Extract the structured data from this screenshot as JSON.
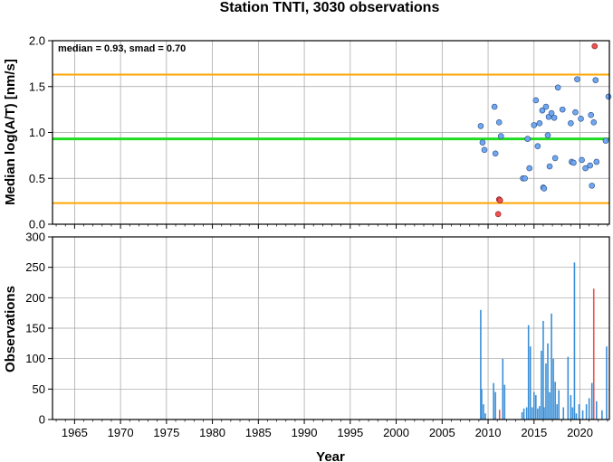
{
  "chart_data": {
    "title": "Station TNTI, 3030 observations",
    "xlabel": "Year",
    "xlim": [
      1962.6,
      2023.2
    ],
    "xticks": [
      1965,
      1970,
      1975,
      1980,
      1985,
      1990,
      1995,
      2000,
      2005,
      2010,
      2015,
      2020
    ],
    "grid": true,
    "colors": {
      "normal": "#6fa8f0",
      "outlier": "#f05050",
      "median_line": "#22dd22",
      "bounds_line": "#ffa500"
    },
    "panels": [
      {
        "type": "scatter",
        "ylabel": "Median log(A/T) [nm/s]",
        "ylim": [
          0,
          2.0
        ],
        "yticks": [
          "0.0",
          "0.5",
          "1.0",
          "1.5",
          "2.0"
        ],
        "annotation": "median = 0.93, smad = 0.70",
        "median": 0.93,
        "upper_bound": 1.63,
        "lower_bound": 0.23,
        "points": [
          {
            "x": 2009.2,
            "y": 1.07
          },
          {
            "x": 2009.4,
            "y": 0.89
          },
          {
            "x": 2009.6,
            "y": 0.81
          },
          {
            "x": 2010.7,
            "y": 1.28
          },
          {
            "x": 2010.8,
            "y": 0.77
          },
          {
            "x": 2011.2,
            "y": 1.11
          },
          {
            "x": 2011.4,
            "y": 0.96
          },
          {
            "x": 2013.8,
            "y": 0.5
          },
          {
            "x": 2014.0,
            "y": 0.5
          },
          {
            "x": 2014.3,
            "y": 0.93
          },
          {
            "x": 2014.5,
            "y": 0.61
          },
          {
            "x": 2015.0,
            "y": 1.08
          },
          {
            "x": 2015.2,
            "y": 1.35
          },
          {
            "x": 2015.4,
            "y": 0.85
          },
          {
            "x": 2015.6,
            "y": 1.1
          },
          {
            "x": 2015.9,
            "y": 1.24
          },
          {
            "x": 2016.0,
            "y": 0.4
          },
          {
            "x": 2016.1,
            "y": 0.39
          },
          {
            "x": 2016.3,
            "y": 1.28
          },
          {
            "x": 2016.5,
            "y": 0.97
          },
          {
            "x": 2016.6,
            "y": 1.17
          },
          {
            "x": 2016.7,
            "y": 0.63
          },
          {
            "x": 2016.9,
            "y": 1.21
          },
          {
            "x": 2017.2,
            "y": 1.16
          },
          {
            "x": 2017.3,
            "y": 0.72
          },
          {
            "x": 2017.6,
            "y": 1.49
          },
          {
            "x": 2018.1,
            "y": 1.25
          },
          {
            "x": 2019.0,
            "y": 1.1
          },
          {
            "x": 2019.1,
            "y": 0.68
          },
          {
            "x": 2019.3,
            "y": 0.67
          },
          {
            "x": 2019.5,
            "y": 1.22
          },
          {
            "x": 2019.7,
            "y": 1.58
          },
          {
            "x": 2020.1,
            "y": 1.15
          },
          {
            "x": 2020.2,
            "y": 0.7
          },
          {
            "x": 2020.6,
            "y": 0.61
          },
          {
            "x": 2021.1,
            "y": 0.64
          },
          {
            "x": 2021.2,
            "y": 1.19
          },
          {
            "x": 2021.3,
            "y": 0.42
          },
          {
            "x": 2021.5,
            "y": 1.11
          },
          {
            "x": 2021.7,
            "y": 1.57
          },
          {
            "x": 2021.8,
            "y": 0.68
          },
          {
            "x": 2022.8,
            "y": 0.91
          },
          {
            "x": 2023.1,
            "y": 1.39
          }
        ],
        "outliers": [
          {
            "x": 2011.2,
            "y": 0.27
          },
          {
            "x": 2011.3,
            "y": 0.26
          },
          {
            "x": 2011.1,
            "y": 0.11
          },
          {
            "x": 2021.6,
            "y": 1.94
          }
        ]
      },
      {
        "type": "bar",
        "ylabel": "Observations",
        "ylim": [
          0,
          300
        ],
        "yticks": [
          "0",
          "50",
          "100",
          "150",
          "200",
          "250",
          "300"
        ],
        "bars": [
          {
            "x": 2009.2,
            "y": 180
          },
          {
            "x": 2009.3,
            "y": 50
          },
          {
            "x": 2009.5,
            "y": 25
          },
          {
            "x": 2009.7,
            "y": 10
          },
          {
            "x": 2010.6,
            "y": 60
          },
          {
            "x": 2010.8,
            "y": 45
          },
          {
            "x": 2011.6,
            "y": 100
          },
          {
            "x": 2011.8,
            "y": 57
          },
          {
            "x": 2013.7,
            "y": 12
          },
          {
            "x": 2013.9,
            "y": 18
          },
          {
            "x": 2014.2,
            "y": 20
          },
          {
            "x": 2014.4,
            "y": 155
          },
          {
            "x": 2014.6,
            "y": 120
          },
          {
            "x": 2014.8,
            "y": 20
          },
          {
            "x": 2015.0,
            "y": 45
          },
          {
            "x": 2015.2,
            "y": 40
          },
          {
            "x": 2015.4,
            "y": 18
          },
          {
            "x": 2015.6,
            "y": 22
          },
          {
            "x": 2015.8,
            "y": 113
          },
          {
            "x": 2016.0,
            "y": 162
          },
          {
            "x": 2016.1,
            "y": 20
          },
          {
            "x": 2016.3,
            "y": 92
          },
          {
            "x": 2016.5,
            "y": 125
          },
          {
            "x": 2016.7,
            "y": 45
          },
          {
            "x": 2016.9,
            "y": 174
          },
          {
            "x": 2017.1,
            "y": 100
          },
          {
            "x": 2017.3,
            "y": 62
          },
          {
            "x": 2017.5,
            "y": 25
          },
          {
            "x": 2017.7,
            "y": 48
          },
          {
            "x": 2018.2,
            "y": 20
          },
          {
            "x": 2018.7,
            "y": 103
          },
          {
            "x": 2019.0,
            "y": 40
          },
          {
            "x": 2019.2,
            "y": 20
          },
          {
            "x": 2019.4,
            "y": 258
          },
          {
            "x": 2019.6,
            "y": 10
          },
          {
            "x": 2019.9,
            "y": 25
          },
          {
            "x": 2020.3,
            "y": 15
          },
          {
            "x": 2020.7,
            "y": 25
          },
          {
            "x": 2021.0,
            "y": 35
          },
          {
            "x": 2021.3,
            "y": 60
          },
          {
            "x": 2021.8,
            "y": 30
          },
          {
            "x": 2022.4,
            "y": 15
          },
          {
            "x": 2022.9,
            "y": 120
          }
        ],
        "outlier_bars": [
          {
            "x": 2011.25,
            "y": 16
          },
          {
            "x": 2021.5,
            "y": 215
          }
        ]
      }
    ]
  }
}
